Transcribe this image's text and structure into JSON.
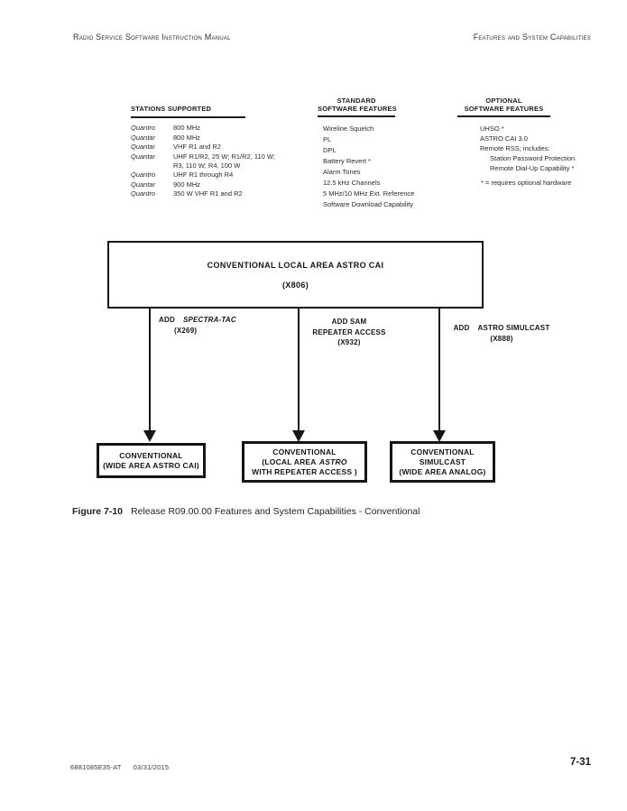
{
  "header": {
    "left": "Radio Service Software Instruction Manual",
    "right": "Features and System Capabilities"
  },
  "columns": {
    "stations": {
      "title": "STATIONS SUPPORTED",
      "items": [
        {
          "model": "Quantro",
          "desc": "800 MHz"
        },
        {
          "model": "Quantar",
          "desc": "800 MHz"
        },
        {
          "model": "Quantar",
          "desc": "VHF R1 and R2"
        },
        {
          "model": "Quantar",
          "desc": "UHF R1/R2, 25 W; R1/R2, 110 W;",
          "desc2": "R3, 110 W; R4, 100 W"
        },
        {
          "model": "Quantro",
          "desc": "UHF R1 through R4"
        },
        {
          "model": "Quantar",
          "desc": "900 MHz"
        },
        {
          "model": "Quantro",
          "desc": "350 W VHF R1 and R2"
        }
      ]
    },
    "standard": {
      "title_line1": "STANDARD",
      "title_line2": "SOFTWARE FEATURES",
      "items": [
        "Wireline Squelch",
        "PL",
        "DPL",
        "Battery Revert *",
        "Alarm Tones",
        "12.5 kHz Channels",
        "5 MHz/10 MHz Ext. Reference",
        "Software Download Capability"
      ]
    },
    "optional": {
      "title_line1": "OPTIONAL",
      "title_line2": "SOFTWARE FEATURES",
      "items": [
        "UHSO *",
        "ASTRO CAI 3.0",
        "Remote RSS; includes:",
        "Station Password Protection",
        "Remote Dial-Up Capability *"
      ],
      "footnote": "* = requires optional hardware"
    }
  },
  "diagram": {
    "root": {
      "title": "CONVENTIONAL LOCAL AREA ASTRO CAI",
      "code": "(X806)"
    },
    "branch1": {
      "add": "ADD",
      "name": "SPECTRA-TAC",
      "code": "(X269)"
    },
    "branch2": {
      "line1": "ADD SAM",
      "line2": "REPEATER ACCESS",
      "code": "(X932)"
    },
    "branch3": {
      "add": "ADD",
      "name": "ASTRO SIMULCAST",
      "code": "(X888)"
    },
    "box1": {
      "line1": "CONVENTIONAL",
      "line2": "(WIDE AREA ASTRO CAI)"
    },
    "box2": {
      "line1": "CONVENTIONAL",
      "line2_pre": "(LOCAL AREA",
      "line2_italic": "ASTRO",
      "line3": "WITH REPEATER ACCESS )"
    },
    "box3": {
      "line1": "CONVENTIONAL",
      "line2": "SIMULCAST",
      "line3": "(WIDE AREA ANALOG)"
    }
  },
  "caption": {
    "label": "Figure 7-10",
    "text": "Release R09.00.00 Features and System Capabilities - Conventional"
  },
  "footer": {
    "doc_number": "6881085E35-AT",
    "date": "03/31/2015",
    "page": "7-31"
  }
}
